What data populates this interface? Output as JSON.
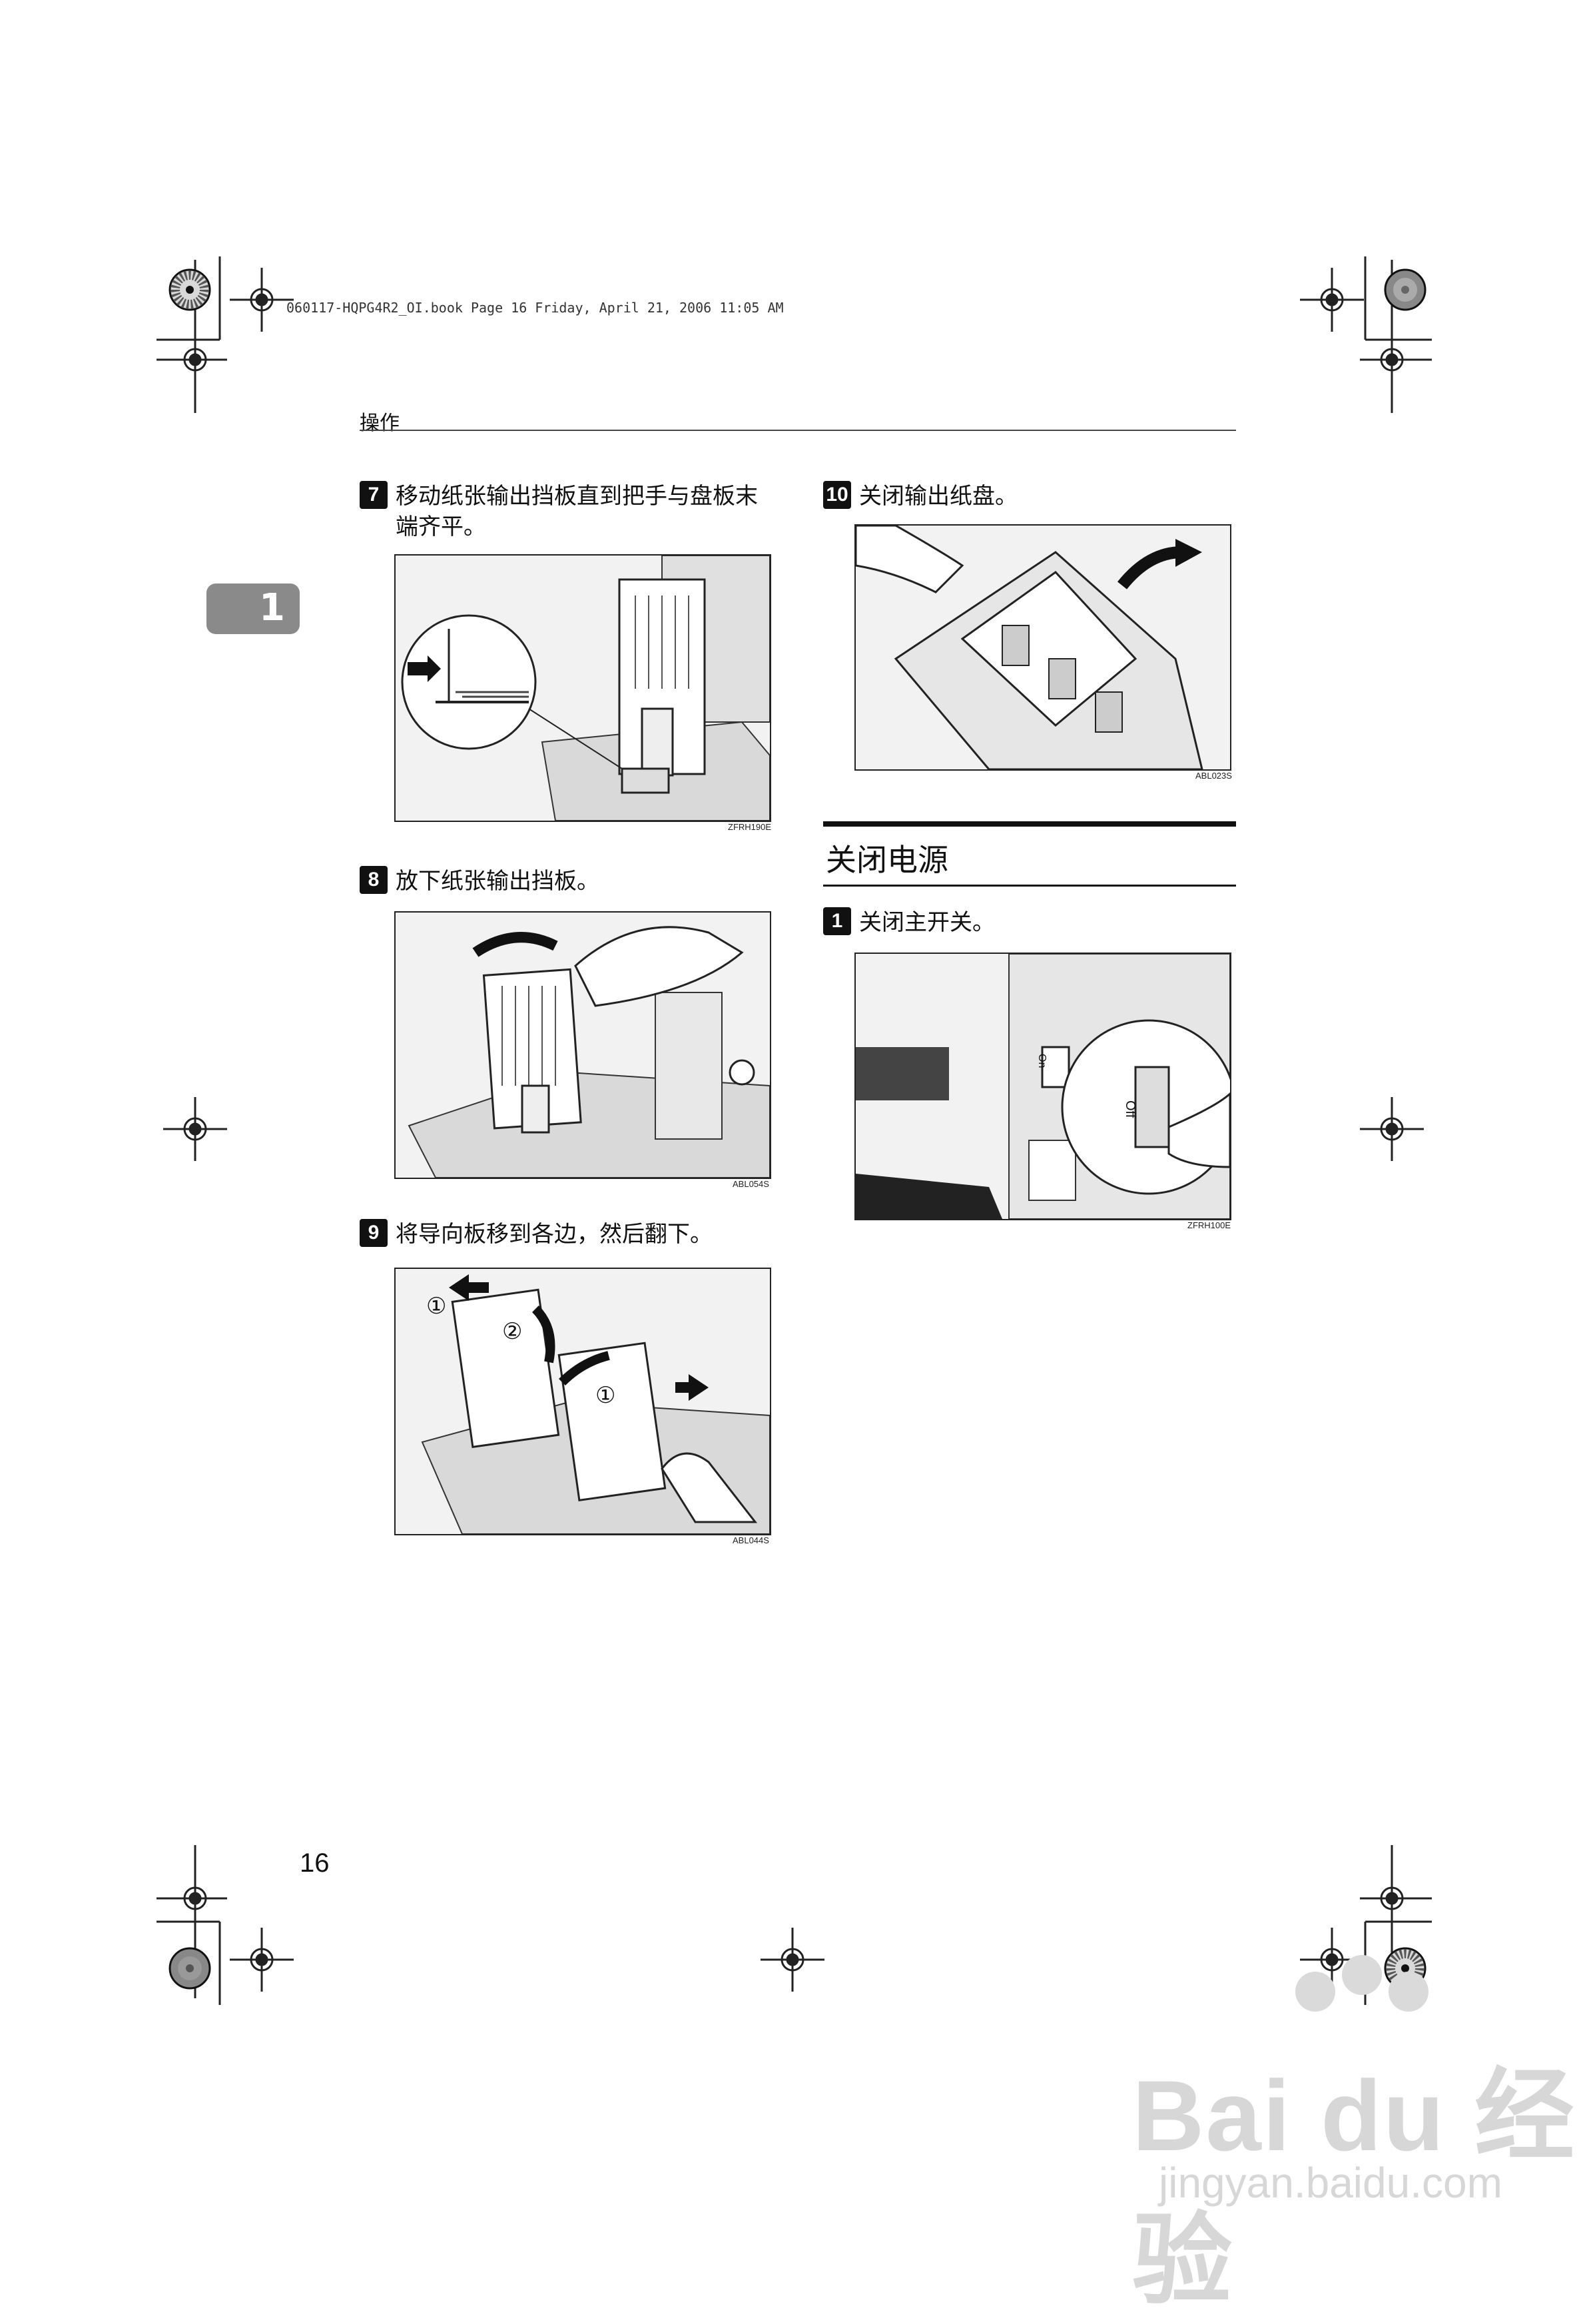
{
  "file_info": "060117-HQPG4R2_OI.book  Page 16  Friday, April 21, 2006  11:05 AM",
  "running_head": "操作",
  "chapter_tab": "1",
  "page_number": "16",
  "steps": [
    {
      "num": "7",
      "text": "移动纸张输出挡板直到把手与盘板末端齐平。",
      "figure_code": "ZFRH190E"
    },
    {
      "num": "8",
      "text": "放下纸张输出挡板。",
      "figure_code": "ABL054S"
    },
    {
      "num": "9",
      "text": "将导向板移到各边，然后翻下。",
      "figure_code": "ABL044S",
      "callouts": [
        "①",
        "②",
        "①"
      ]
    },
    {
      "num": "10",
      "text": "关闭输出纸盘。",
      "figure_code": "ABL023S"
    }
  ],
  "section": {
    "title": "关闭电源",
    "steps": [
      {
        "num": "1",
        "text": "关闭主开关。",
        "figure_code": "ZFRH100E",
        "switch_labels": [
          "On",
          "Off"
        ]
      }
    ]
  },
  "watermark": {
    "main": "Bai du 经验",
    "url": "jingyan.baidu.com"
  },
  "icons": [
    "registration-mark-icon",
    "color-wheel-icon",
    "arrow-icon",
    "hand-icon"
  ]
}
